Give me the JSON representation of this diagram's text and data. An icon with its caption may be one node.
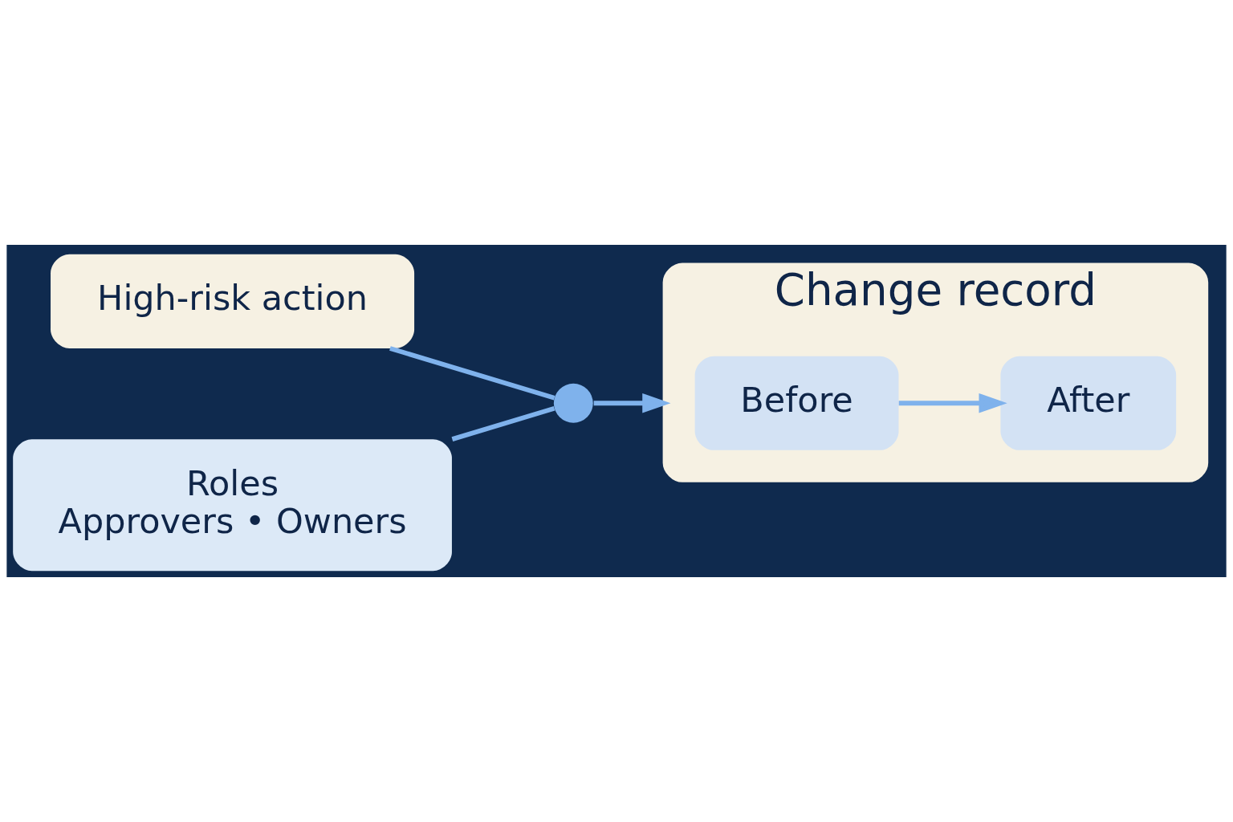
{
  "diagram": {
    "nodes": [
      {
        "text": [
          "High-risk action"
        ]
      },
      {
        "text": [
          "Roles",
          "Approvers • Owners"
        ]
      },
      {
        "text": [],
        "shape": "circle"
      },
      {
        "text": [
          "Change record"
        ]
      },
      {
        "text": [
          "Before"
        ],
        "in": 3
      },
      {
        "text": [
          "After"
        ],
        "in": 3
      }
    ],
    "edges": [
      {
        "from": 0,
        "to": 2,
        "arrow": "none"
      },
      {
        "from": 1,
        "to": 2,
        "arrow": "none"
      },
      {
        "from": 2,
        "to": 3,
        "arrow": "to"
      },
      {
        "from": 4,
        "to": 5,
        "arrow": "to"
      }
    ]
  }
}
